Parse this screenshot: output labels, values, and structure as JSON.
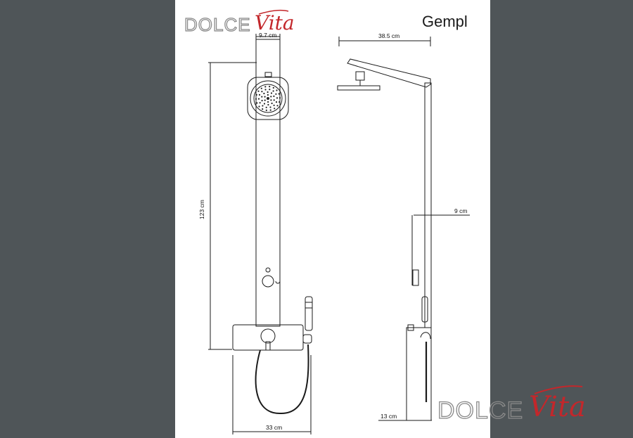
{
  "brand": {
    "part1": "DOLCE",
    "part2": "Vita"
  },
  "model_name": "Gempl",
  "dimensions": {
    "column_width": "9.7 cm",
    "height": "123 cm",
    "base_width": "33 cm",
    "arm_length": "38.5 cm",
    "handset_offset": "9 cm",
    "base_depth": "13 cm"
  },
  "colors": {
    "background": "#4f5558",
    "sheet": "#ffffff",
    "line": "#1a1a1a",
    "brand_red": "#c3272b",
    "brand_grey": "#8a8a8a"
  }
}
